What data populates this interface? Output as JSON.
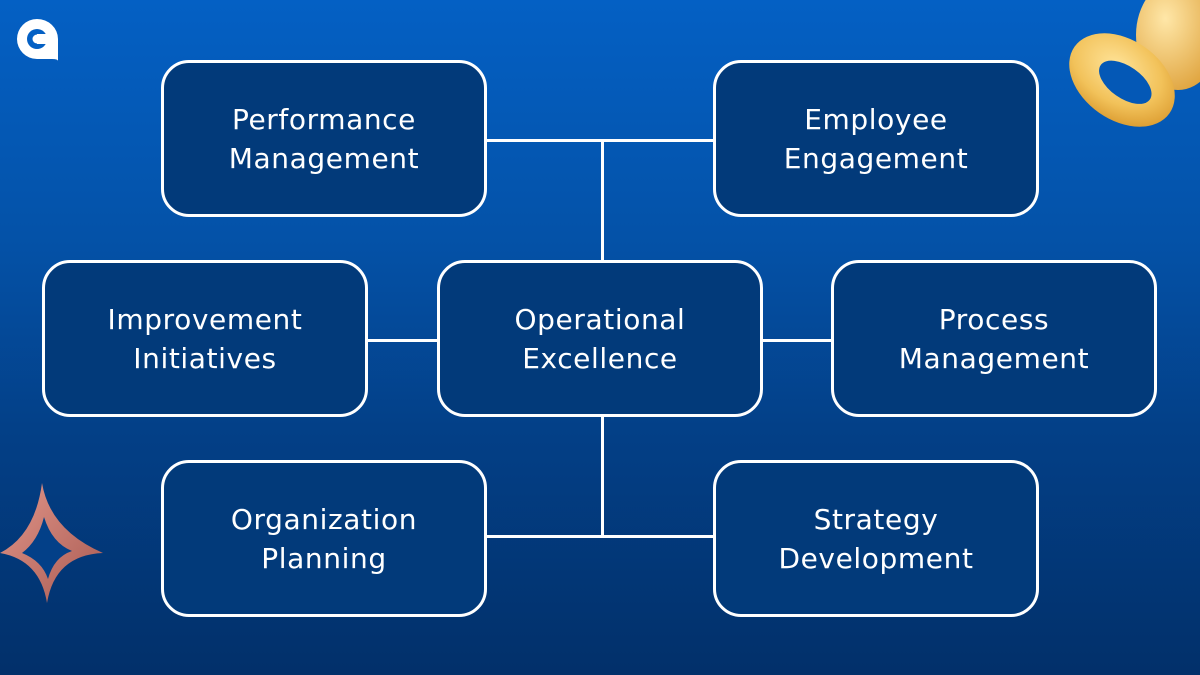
{
  "diagram": {
    "center": {
      "label_line1": "Operational",
      "label_line2": "Excellence"
    },
    "nodes": [
      {
        "id": "performance-management",
        "label_line1": "Performance",
        "label_line2": "Management",
        "position": "top-left"
      },
      {
        "id": "employee-engagement",
        "label_line1": "Employee",
        "label_line2": "Engagement",
        "position": "top-right"
      },
      {
        "id": "improvement-initiatives",
        "label_line1": "Improvement",
        "label_line2": "Initiatives",
        "position": "middle-left"
      },
      {
        "id": "process-management",
        "label_line1": "Process",
        "label_line2": "Management",
        "position": "middle-right"
      },
      {
        "id": "organization-planning",
        "label_line1": "Organization",
        "label_line2": "Planning",
        "position": "bottom-left"
      },
      {
        "id": "strategy-development",
        "label_line1": "Strategy",
        "label_line2": "Development",
        "position": "bottom-right"
      }
    ],
    "colors": {
      "background_top": "#0460c4",
      "background_bottom": "#02306a",
      "box_fill": "#023a7a",
      "box_border": "#ffffff",
      "connector": "#ffffff",
      "text": "#ffffff"
    }
  },
  "decorations": {
    "logo": "brand-logo-icon",
    "top_right": "golden-torus-shape",
    "bottom_left": "pink-four-point-star-shape"
  }
}
